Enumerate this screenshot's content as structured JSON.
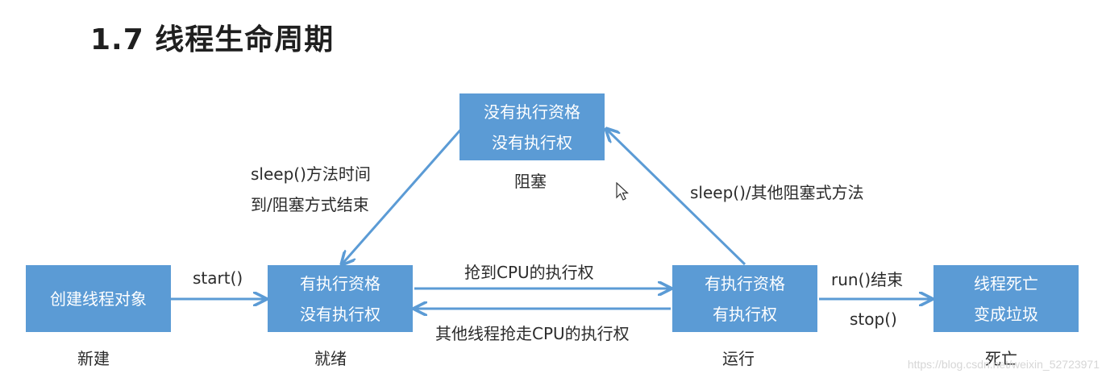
{
  "title": "1.7 线程生命周期",
  "nodes": {
    "new": {
      "lines": [
        "创建线程对象"
      ],
      "caption": "新建"
    },
    "ready": {
      "lines": [
        "有执行资格",
        "没有执行权"
      ],
      "caption": "就绪"
    },
    "blocked": {
      "lines": [
        "没有执行资格",
        "没有执行权"
      ],
      "caption": "阻塞"
    },
    "running": {
      "lines": [
        "有执行资格",
        "有执行权"
      ],
      "caption": "运行"
    },
    "dead": {
      "lines": [
        "线程死亡",
        "变成垃圾"
      ],
      "caption": "死亡"
    }
  },
  "edges": {
    "new_to_ready": "start()",
    "ready_to_running": "抢到CPU的执行权",
    "running_to_ready": "其他线程抢走CPU的执行权",
    "running_to_blocked": "sleep()/其他阻塞式方法",
    "blocked_to_ready": [
      "sleep()方法时间",
      "到/阻塞方式结束"
    ],
    "running_to_dead": [
      "run()结束",
      "stop()"
    ]
  },
  "colors": {
    "node_fill": "#5b9bd5",
    "arrow": "#5b9bd5",
    "node_text": "#ffffff"
  },
  "watermark": "https://blog.csdn.net/weixin_52723971"
}
